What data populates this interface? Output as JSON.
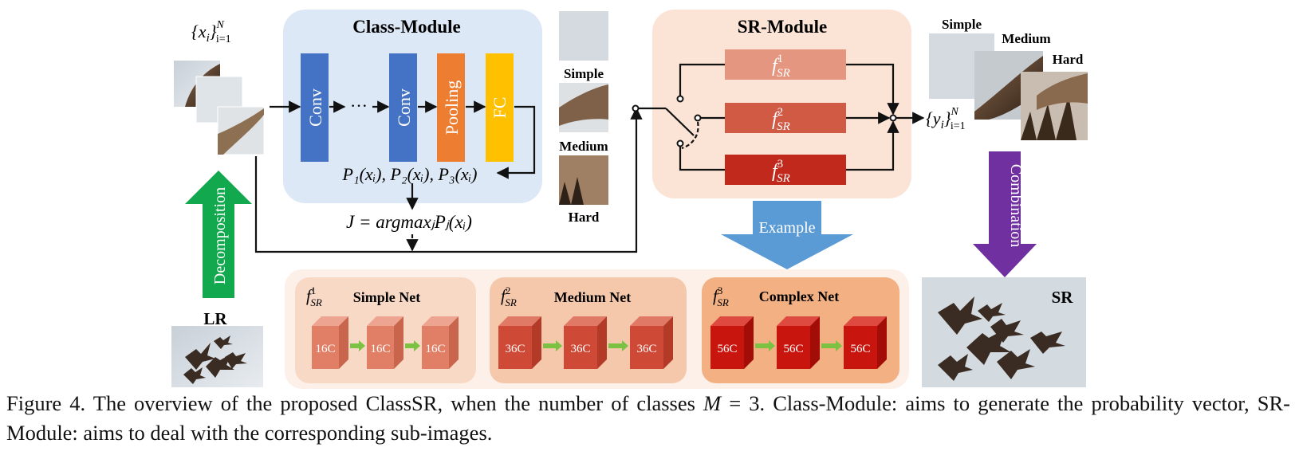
{
  "input_set": {
    "set_left": "{x",
    "sub": "i",
    "close": "}",
    "idx_sub": "i=1",
    "sup": "N"
  },
  "output_set": {
    "set_left": "{y",
    "sub": "i",
    "close": "}",
    "idx_sub": "i=1",
    "sup": "N"
  },
  "class_module": {
    "title": "Class-Module",
    "layers": [
      "Conv",
      "Conv",
      "Pooling",
      "FC"
    ],
    "ellipsis": "···",
    "prob_text": "P₁(xᵢ), P₂(xᵢ), P₃(xᵢ)",
    "argmax_text": "J = argmaxⱼPⱼ(xᵢ)"
  },
  "class_labels": [
    "Simple",
    "Medium",
    "Hard"
  ],
  "sr_module": {
    "title": "SR-Module",
    "branches": [
      {
        "base": "f",
        "sub": "SR",
        "sup": "1"
      },
      {
        "base": "f",
        "sub": "SR",
        "sup": "2"
      },
      {
        "base": "f",
        "sub": "SR",
        "sup": "3"
      }
    ]
  },
  "output_labels": [
    "Simple",
    "Medium",
    "Hard"
  ],
  "arrows": {
    "decomposition": "Decomposition",
    "example": "Example",
    "combination": "Combination"
  },
  "images": {
    "lr": "LR",
    "sr": "SR"
  },
  "nets": [
    {
      "sup": "1",
      "name": "Simple Net",
      "blocks": [
        "16C",
        "16C",
        "16C"
      ]
    },
    {
      "sup": "2",
      "name": "Medium Net",
      "blocks": [
        "36C",
        "36C",
        "36C"
      ]
    },
    {
      "sup": "3",
      "name": "Complex Net",
      "blocks": [
        "56C",
        "56C",
        "56C"
      ]
    }
  ],
  "caption": {
    "part1": "Figure 4. The overview of the proposed ClassSR, when the number of classes ",
    "math": "M",
    "eq": " = 3",
    "part2": ". Class-Module: aims to generate the probability vector, SR-Module: aims to deal with the corresponding sub-images."
  },
  "colors": {
    "class_bg": "#dce8f5",
    "sr_bg": "#fbe4d6",
    "conv": "#4472c4",
    "pooling": "#ed7d31",
    "fc": "#ffc000",
    "f1": "#e59680",
    "f2": "#d15a45",
    "f3": "#c0291b",
    "decomp_arrow": "#12a84d",
    "example_arrow": "#5b9bd5",
    "combination_arrow": "#7030a0"
  }
}
